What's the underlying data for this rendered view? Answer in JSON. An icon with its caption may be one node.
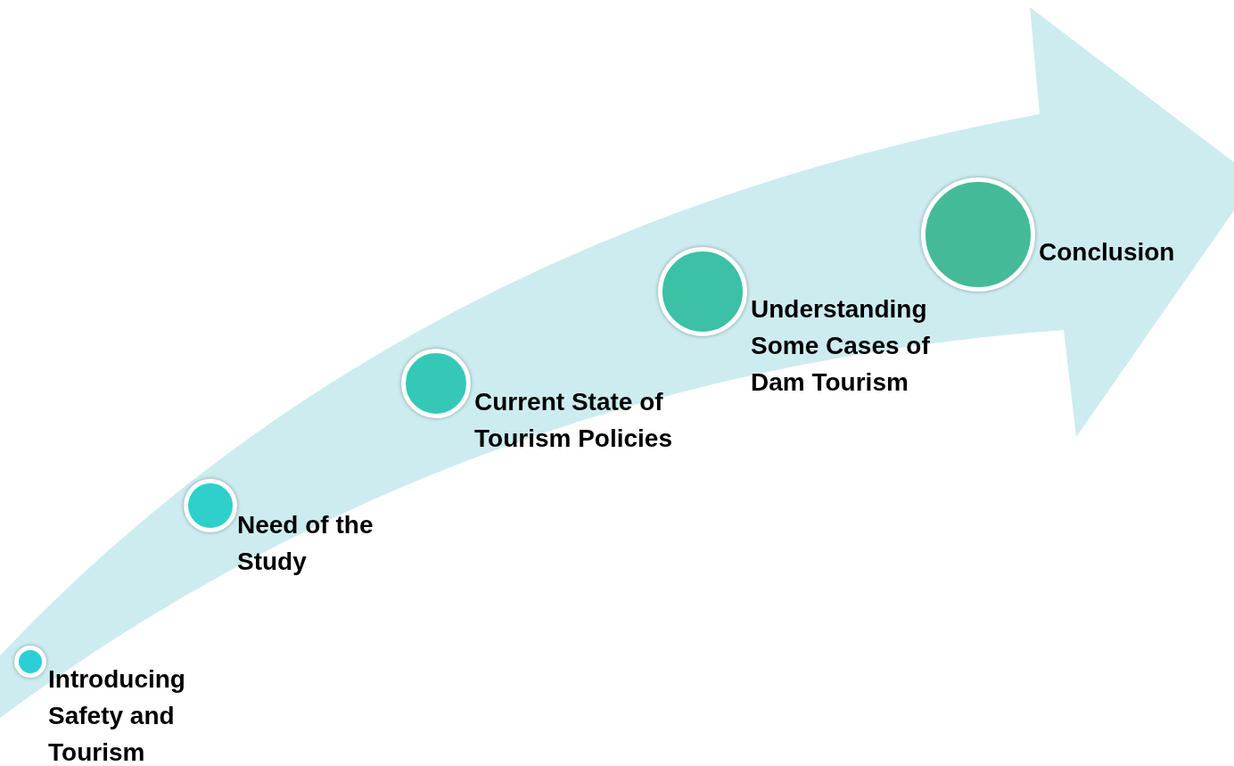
{
  "diagram": {
    "nodes": [
      {
        "text": [],
        "shape": "circle",
        "beside": [
          "Introducing Safety and Tourism"
        ]
      },
      {
        "text": [],
        "shape": "circle",
        "beside": [
          "Need of the Study"
        ]
      },
      {
        "text": [],
        "shape": "circle",
        "beside": [
          "Current State of Tourism Policies"
        ]
      },
      {
        "text": [],
        "shape": "circle",
        "beside": [
          "Understanding Some Cases of Dam Tourism"
        ]
      },
      {
        "text": [],
        "shape": "circle",
        "beside": [
          "Conclusion"
        ]
      }
    ]
  }
}
